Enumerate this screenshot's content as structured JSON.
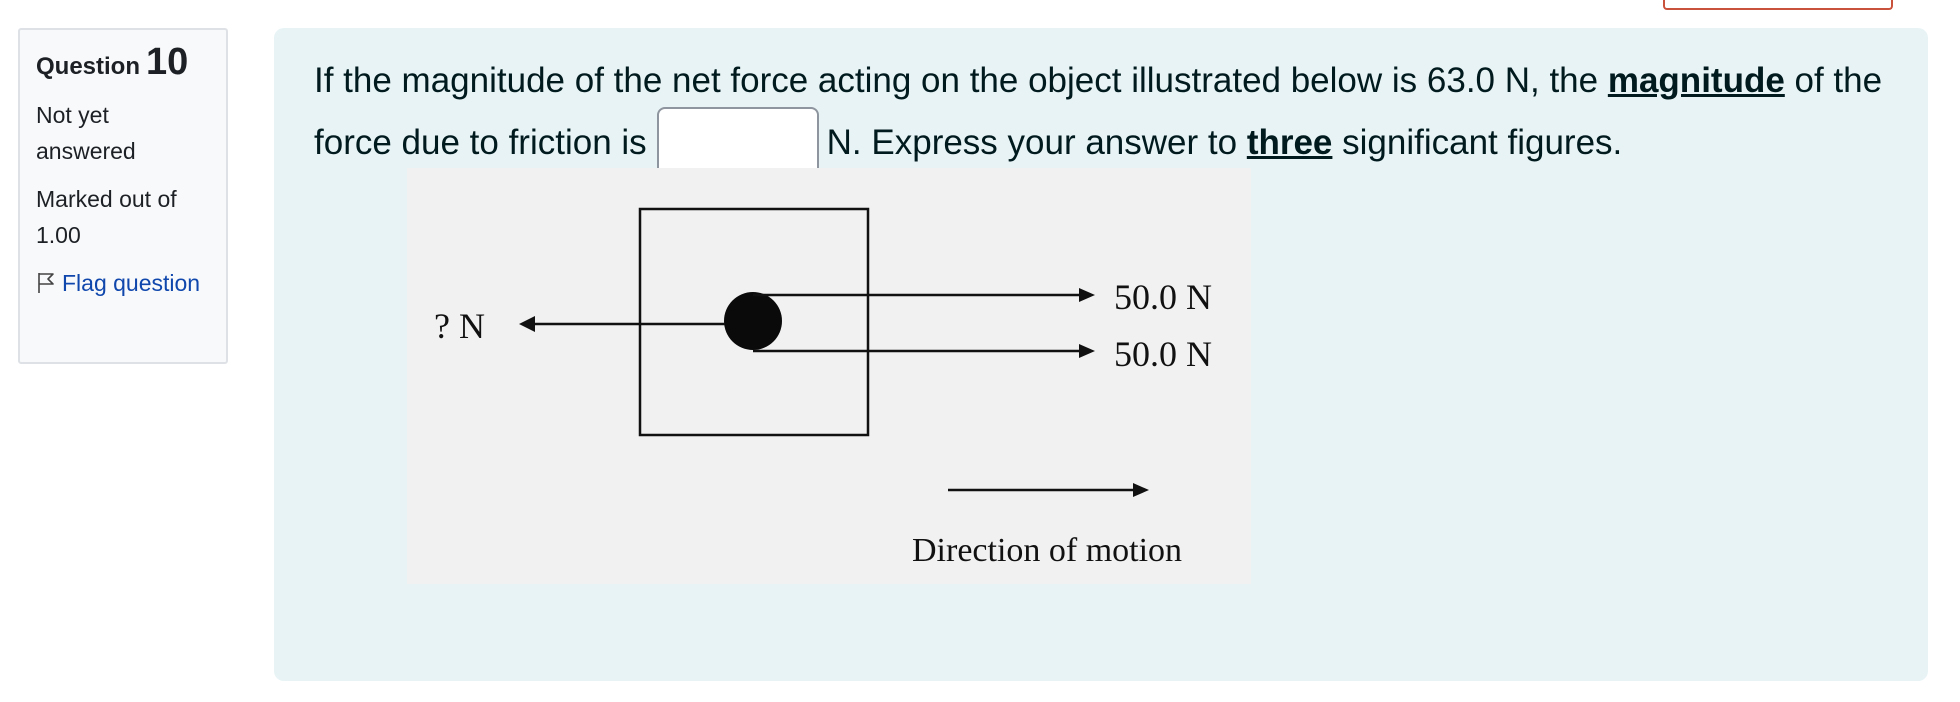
{
  "question": {
    "label": "Question",
    "number": "10",
    "status": "Not yet answered",
    "marks": "Marked out of 1.00",
    "flag_label": "Flag question"
  },
  "content": {
    "text_part1": "If the magnitude of the net force acting on the object illustrated below is 63.0 N, the ",
    "emph1": "magnitude",
    "text_part2": " of the force due to friction is",
    "answer_value": "",
    "text_part3": "N.  Express your answer to ",
    "emph2": "three",
    "text_part4": " significant figures."
  },
  "figure": {
    "left_force_label": "? N",
    "force1_label": "50.0 N",
    "force2_label": "50.0 N",
    "motion_label": "Direction of motion"
  },
  "colors": {
    "panel_bg": "#e7f3f5",
    "link": "#0f47ad",
    "info_bg": "#f8f9fa",
    "accent_red": "#c9523d"
  }
}
